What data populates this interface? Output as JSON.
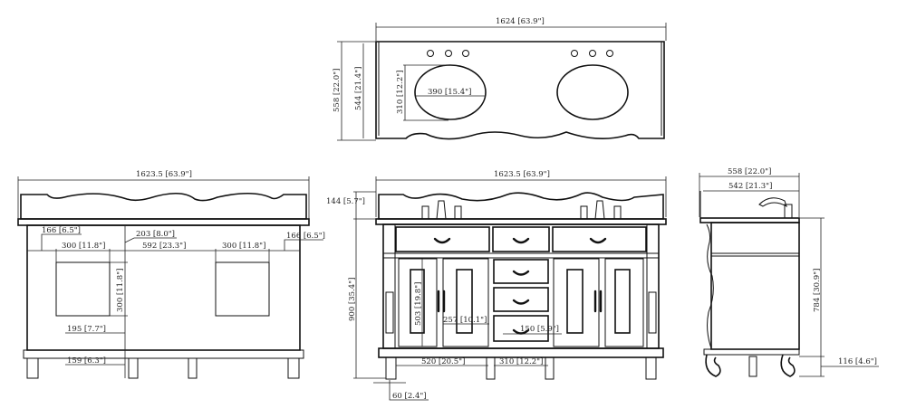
{
  "drawing": {
    "title": "Double sink vanity dimension drawing",
    "views": {
      "top": {
        "width_label": "1624 [63.9\"]",
        "depth_outer_label": "558 [22.0\"]",
        "depth_inner_label": "544 [21.4\"]",
        "sink_height_label": "310 [12.2\"]",
        "sink_width_label": "390 [15.4\"]"
      },
      "back": {
        "width_label": "1623.5 [63.9\"]",
        "left_margin_label": "166 [6.5\"]",
        "right_margin_label": "166 [6.5\"]",
        "top_offset_label": "203 [8.0\"]",
        "opening_left_label": "300 [11.8\"]",
        "opening_gap_label": "592 [23.3\"]",
        "opening_right_label": "300 [11.8\"]",
        "opening_height_label": "300 [11.8\"]",
        "bottom_offset_label": "195 [7.7\"]",
        "leg_height_label": "159 [6.3\"]"
      },
      "front": {
        "width_label": "1623.5 [63.9\"]",
        "backsplash_label": "144 [5.7\"]",
        "height_label": "900 [35.4\"]",
        "door_height_label": "503 [19.8\"]",
        "door_width_label": "257 [10.1\"]",
        "drawer_height_label": "150 [5.9\"]",
        "cabinet_left_label": "520 [20.5\"]",
        "drawer_width_label": "310 [12.2\"]",
        "leg_width_label": "60 [2.4\"]"
      },
      "side": {
        "depth_outer_label": "558 [22.0\"]",
        "depth_inner_label": "542 [21.3\"]",
        "cabinet_height_label": "784 [30.9\"]",
        "leg_height_label": "116 [4.6\"]"
      }
    }
  }
}
